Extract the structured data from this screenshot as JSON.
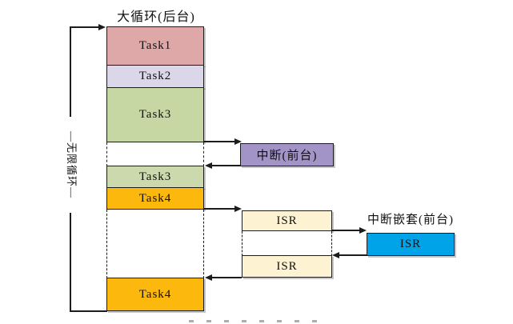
{
  "colors": {
    "line": "#1c1c1c",
    "shadow": "#bfbfbf"
  },
  "background": {
    "title": "大循环(后台)",
    "loop_label": "—无限循环—",
    "tasks": [
      {
        "label": "Task1",
        "color": "#dfa8a8"
      },
      {
        "label": "Task2",
        "color": "#dcd6e9"
      },
      {
        "label": "Task3",
        "color": "#c6d7a3"
      },
      {
        "label": "Task3",
        "color": "#cbd9ac"
      },
      {
        "label": "Task4",
        "color": "#fcb80d"
      },
      {
        "label": "Task4",
        "color": "#fcb80d"
      }
    ]
  },
  "foreground": {
    "interrupt": {
      "label": "中断(前台)",
      "color": "#a294c6"
    },
    "isr": [
      {
        "label": "ISR",
        "color": "#fdf3d2"
      },
      {
        "label": "ISR",
        "color": "#fdf3d2"
      }
    ],
    "nested": {
      "title": "中断嵌套(前台)",
      "isr": {
        "label": "ISR",
        "color": "#00a3e8"
      }
    }
  }
}
